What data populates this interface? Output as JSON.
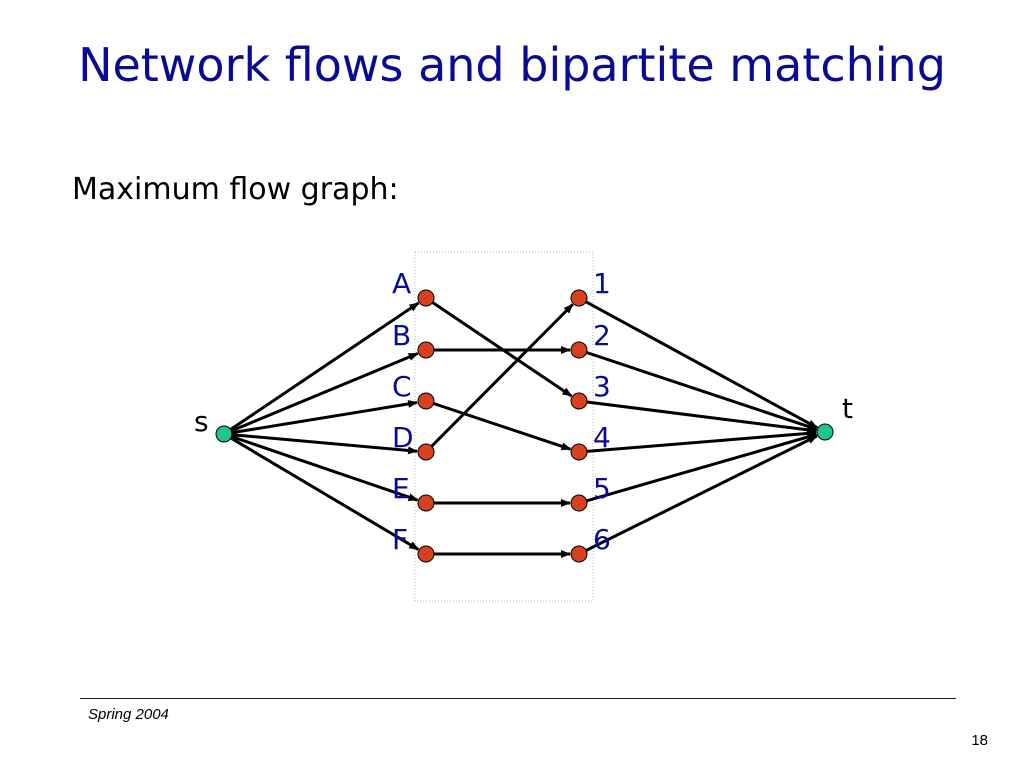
{
  "slide": {
    "title": "Network flows and bipartite matching",
    "subtitle": "Maximum flow graph:",
    "footer": "Spring 2004",
    "page_number": "18"
  },
  "graph": {
    "colors": {
      "source_sink": "#1fc493",
      "middle": "#d7411f",
      "edge": "#000000",
      "left_labels": "#0a0a96",
      "right_labels": "#0a0a96"
    },
    "source": {
      "id": "s",
      "label": "s"
    },
    "sink": {
      "id": "t",
      "label": "t"
    },
    "left_nodes": [
      {
        "id": "A",
        "label": "A"
      },
      {
        "id": "B",
        "label": "B"
      },
      {
        "id": "C",
        "label": "C"
      },
      {
        "id": "D",
        "label": "D"
      },
      {
        "id": "E",
        "label": "E"
      },
      {
        "id": "F",
        "label": "F"
      }
    ],
    "right_nodes": [
      {
        "id": "1",
        "label": "1"
      },
      {
        "id": "2",
        "label": "2"
      },
      {
        "id": "3",
        "label": "3"
      },
      {
        "id": "4",
        "label": "4"
      },
      {
        "id": "5",
        "label": "5"
      },
      {
        "id": "6",
        "label": "6"
      }
    ],
    "edges": [
      {
        "from": "s",
        "to": "A"
      },
      {
        "from": "s",
        "to": "B"
      },
      {
        "from": "s",
        "to": "C"
      },
      {
        "from": "s",
        "to": "D"
      },
      {
        "from": "s",
        "to": "E"
      },
      {
        "from": "s",
        "to": "F"
      },
      {
        "from": "A",
        "to": "3"
      },
      {
        "from": "B",
        "to": "2"
      },
      {
        "from": "C",
        "to": "4"
      },
      {
        "from": "D",
        "to": "1"
      },
      {
        "from": "E",
        "to": "5"
      },
      {
        "from": "F",
        "to": "6"
      },
      {
        "from": "1",
        "to": "t"
      },
      {
        "from": "2",
        "to": "t"
      },
      {
        "from": "3",
        "to": "t"
      },
      {
        "from": "4",
        "to": "t"
      },
      {
        "from": "5",
        "to": "t"
      },
      {
        "from": "6",
        "to": "t"
      }
    ]
  }
}
